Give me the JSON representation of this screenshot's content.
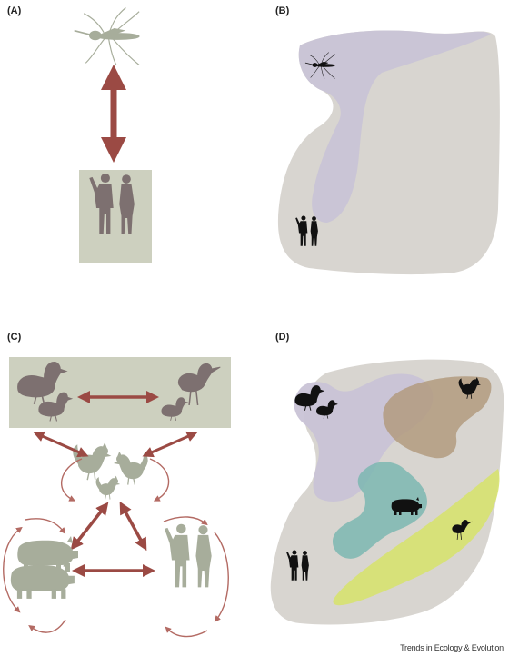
{
  "panels": {
    "a": "(A)",
    "b": "(B)",
    "c": "(C)",
    "d": "(D)"
  },
  "footer": "Trends in Ecology & Evolution",
  "colors": {
    "arrow": "#9b4a44",
    "silhouette_dark": "#7d7070",
    "silhouette_green": "#a7ad9b",
    "box": "#cdd0bf",
    "range_grey": "#d8d5d0",
    "range_lilac": "#c9c3d6",
    "range_brown": "#b39b7f",
    "range_teal": "#7cb7b2",
    "range_yellow": "#d7e26f"
  },
  "icons": [
    "mosquito-icon",
    "human-couple-icon",
    "duck-icon",
    "heron-icon",
    "chicken-icon",
    "pig-icon"
  ]
}
